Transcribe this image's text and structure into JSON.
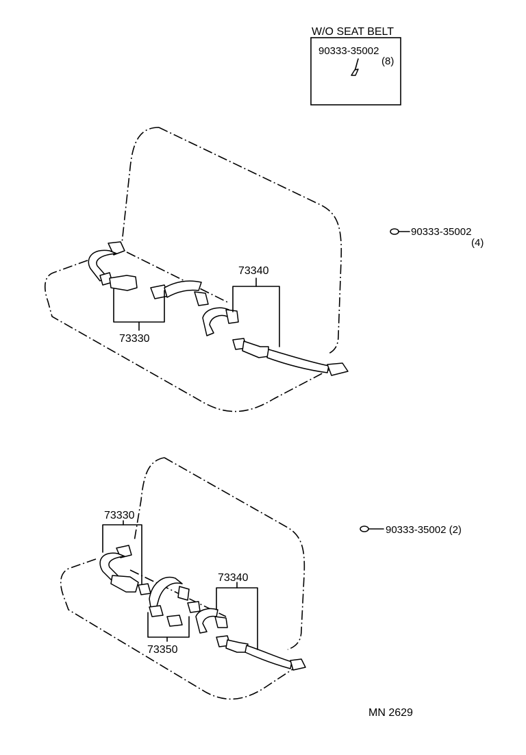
{
  "inset": {
    "title": "W/O SEAT BELT",
    "part_no": "90333-35002",
    "qty": "(8)"
  },
  "upper": {
    "plug_part_no": "90333-35002",
    "plug_qty": "(4)",
    "callout_left": "73330",
    "callout_right": "73340"
  },
  "lower": {
    "plug_label": "90333-35002 (2)",
    "callout_top_left": "73330",
    "callout_right": "73340",
    "callout_bottom": "73350"
  },
  "footer": {
    "code": "MN 2629"
  }
}
